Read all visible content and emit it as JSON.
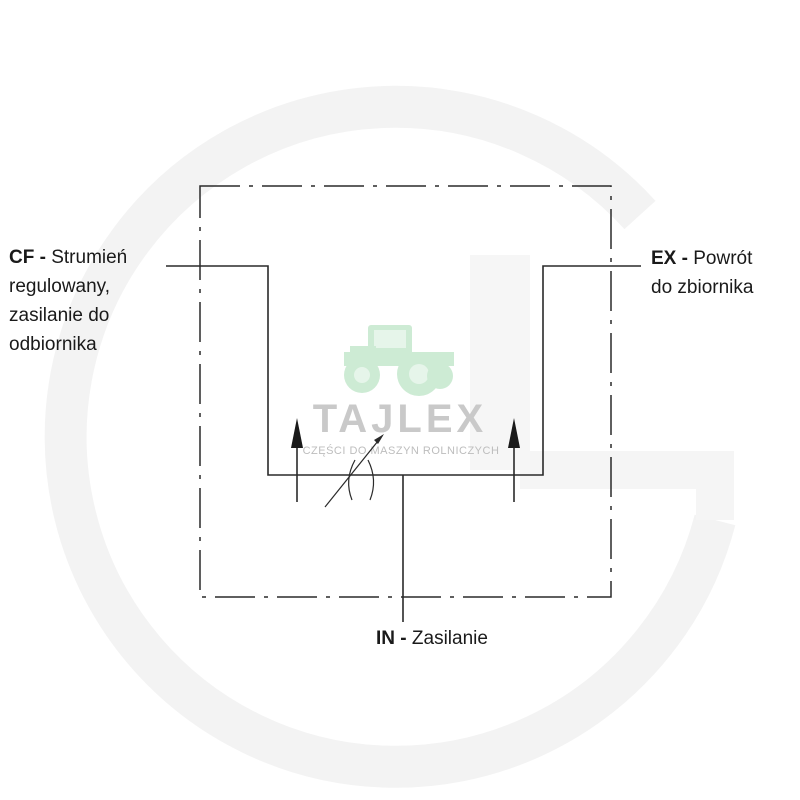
{
  "labels": {
    "cf": {
      "code": "CF",
      "sep": " - ",
      "lines": [
        "Strumień",
        "regulowany,",
        "zasilanie do",
        "odbiornika"
      ]
    },
    "ex": {
      "code": "EX",
      "sep": " - ",
      "lines": [
        "Powrót",
        "do zbiornika"
      ]
    },
    "in": {
      "code": "IN",
      "sep": " - ",
      "lines": [
        "Zasilanie"
      ]
    }
  },
  "watermark": {
    "brand": "TAJLEX",
    "tagline": "CZĘŚCI DO MASZYN ROLNICZYCH",
    "icons": [
      "tractor-icon",
      "background-g-logo-icon"
    ],
    "colors": {
      "tractor": "#cdebd4",
      "text": "#c9c9c9",
      "ring": "#f3f3f3"
    }
  },
  "colors": {
    "line": "#2a2a2a",
    "text": "#1a1a1a"
  }
}
